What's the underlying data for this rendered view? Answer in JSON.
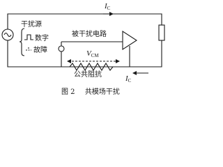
{
  "labels": {
    "current_top": "I",
    "current_top_sub": "C",
    "interference_source": "干扰源",
    "digital": "数字",
    "fault": "故障",
    "disturbed_circuit": "被干扰电路",
    "vcm": "V",
    "vcm_sub": "CM",
    "common_impedance": "公共阻抗",
    "current_bottom": "I",
    "current_bottom_sub": "C"
  },
  "caption": {
    "figure_no": "图 2",
    "title": "共模场干扰"
  }
}
